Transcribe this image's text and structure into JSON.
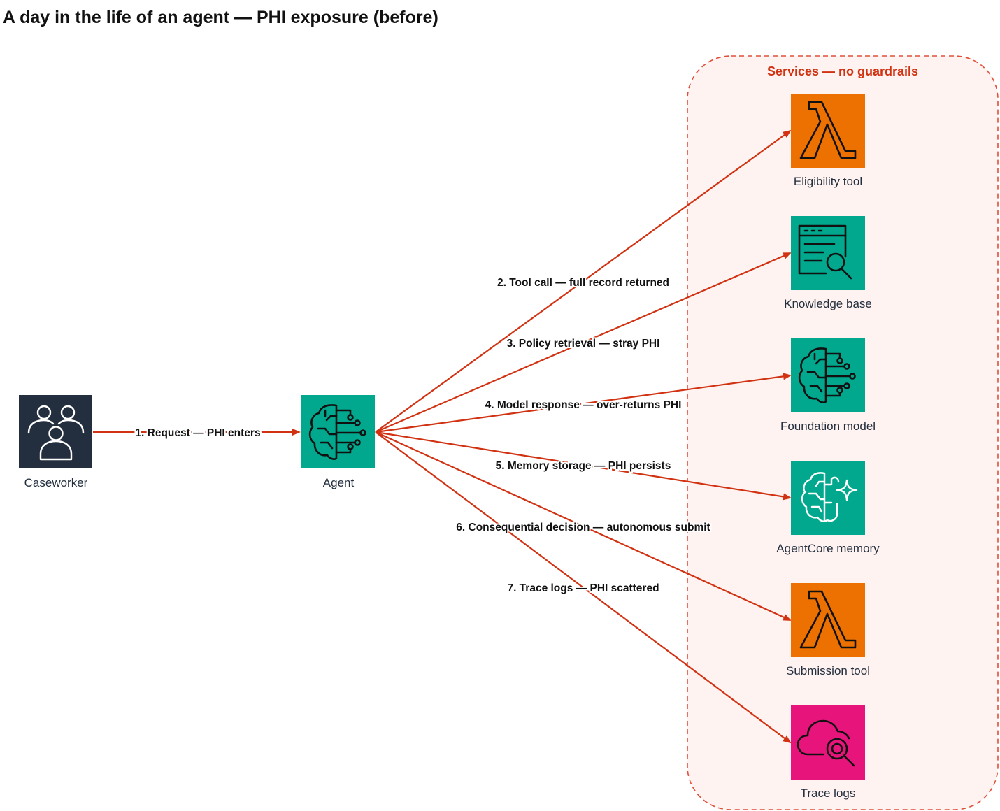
{
  "title": "A day in the life of an agent — PHI exposure (before)",
  "group": {
    "label": "Services — no guardrails"
  },
  "colors": {
    "edge": "#d13212",
    "group_border": "#e0503a",
    "group_fill": "#fff3f1",
    "caseworker_bg": "#232f3e",
    "agent_bg": "#01a88d",
    "lambda_bg": "#ed7100",
    "trace_bg": "#e7157b"
  },
  "nodes": {
    "caseworker": {
      "label": "Caseworker",
      "icon": "users-icon"
    },
    "agent": {
      "label": "Agent",
      "icon": "brain-circuit-icon"
    },
    "eligibility": {
      "label": "Eligibility tool",
      "icon": "lambda-icon"
    },
    "knowledge": {
      "label": "Knowledge base",
      "icon": "search-document-icon"
    },
    "foundation": {
      "label": "Foundation model",
      "icon": "brain-circuit-icon"
    },
    "memory": {
      "label": "AgentCore memory",
      "icon": "brain-sparkle-icon"
    },
    "submission": {
      "label": "Submission tool",
      "icon": "lambda-icon"
    },
    "trace": {
      "label": "Trace logs",
      "icon": "cloud-search-icon"
    }
  },
  "edges": [
    {
      "label": "1. Request — PHI enters",
      "from": "caseworker",
      "to": "agent"
    },
    {
      "label": "2. Tool call — full record returned",
      "from": "agent",
      "to": "eligibility"
    },
    {
      "label": "3. Policy retrieval — stray PHI",
      "from": "agent",
      "to": "knowledge"
    },
    {
      "label": "4. Model response — over-returns PHI",
      "from": "agent",
      "to": "foundation"
    },
    {
      "label": "5. Memory storage — PHI persists",
      "from": "agent",
      "to": "memory"
    },
    {
      "label": "6. Consequential decision — autonomous submit",
      "from": "agent",
      "to": "submission"
    },
    {
      "label": "7. Trace logs — PHI scattered",
      "from": "agent",
      "to": "trace"
    }
  ]
}
